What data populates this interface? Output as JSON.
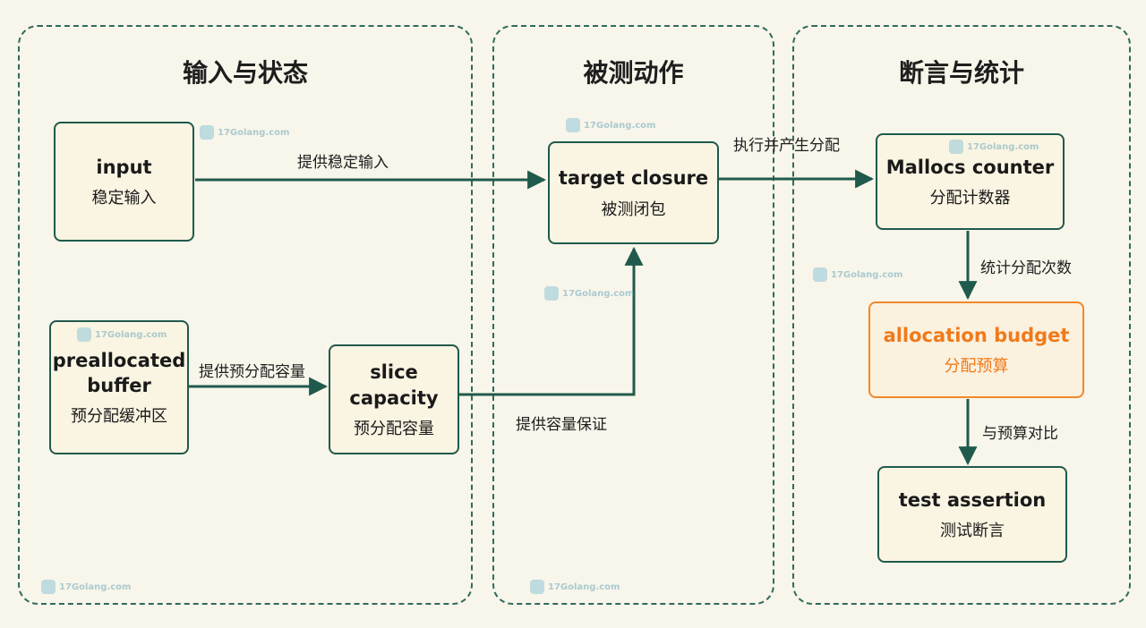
{
  "lanes": [
    {
      "title": "输入与状态"
    },
    {
      "title": "被测动作"
    },
    {
      "title": "断言与统计"
    }
  ],
  "nodes": {
    "input": {
      "en": "input",
      "zh": "稳定输入"
    },
    "prealloc": {
      "en": "preallocated\nbuffer",
      "zh": "预分配缓冲区"
    },
    "slice": {
      "en": "slice\ncapacity",
      "zh": "预分配容量"
    },
    "closure": {
      "en": "target closure",
      "zh": "被测闭包"
    },
    "mallocs": {
      "en": "Mallocs counter",
      "zh": "分配计数器"
    },
    "budget": {
      "en": "allocation budget",
      "zh": "分配预算"
    },
    "assertion": {
      "en": "test assertion",
      "zh": "测试断言"
    }
  },
  "edges": {
    "input_closure": "提供稳定输入",
    "prealloc_slice": "提供预分配容量",
    "slice_closure": "提供容量保证",
    "closure_mallocs": "执行并产生分配",
    "mallocs_budget": "统计分配次数",
    "budget_assertion": "与预算对比"
  },
  "watermark": "17Golang.com",
  "colors": {
    "accent": "#1f5a4c",
    "highlight": "#f07a1a",
    "background": "#f8f5ea"
  }
}
